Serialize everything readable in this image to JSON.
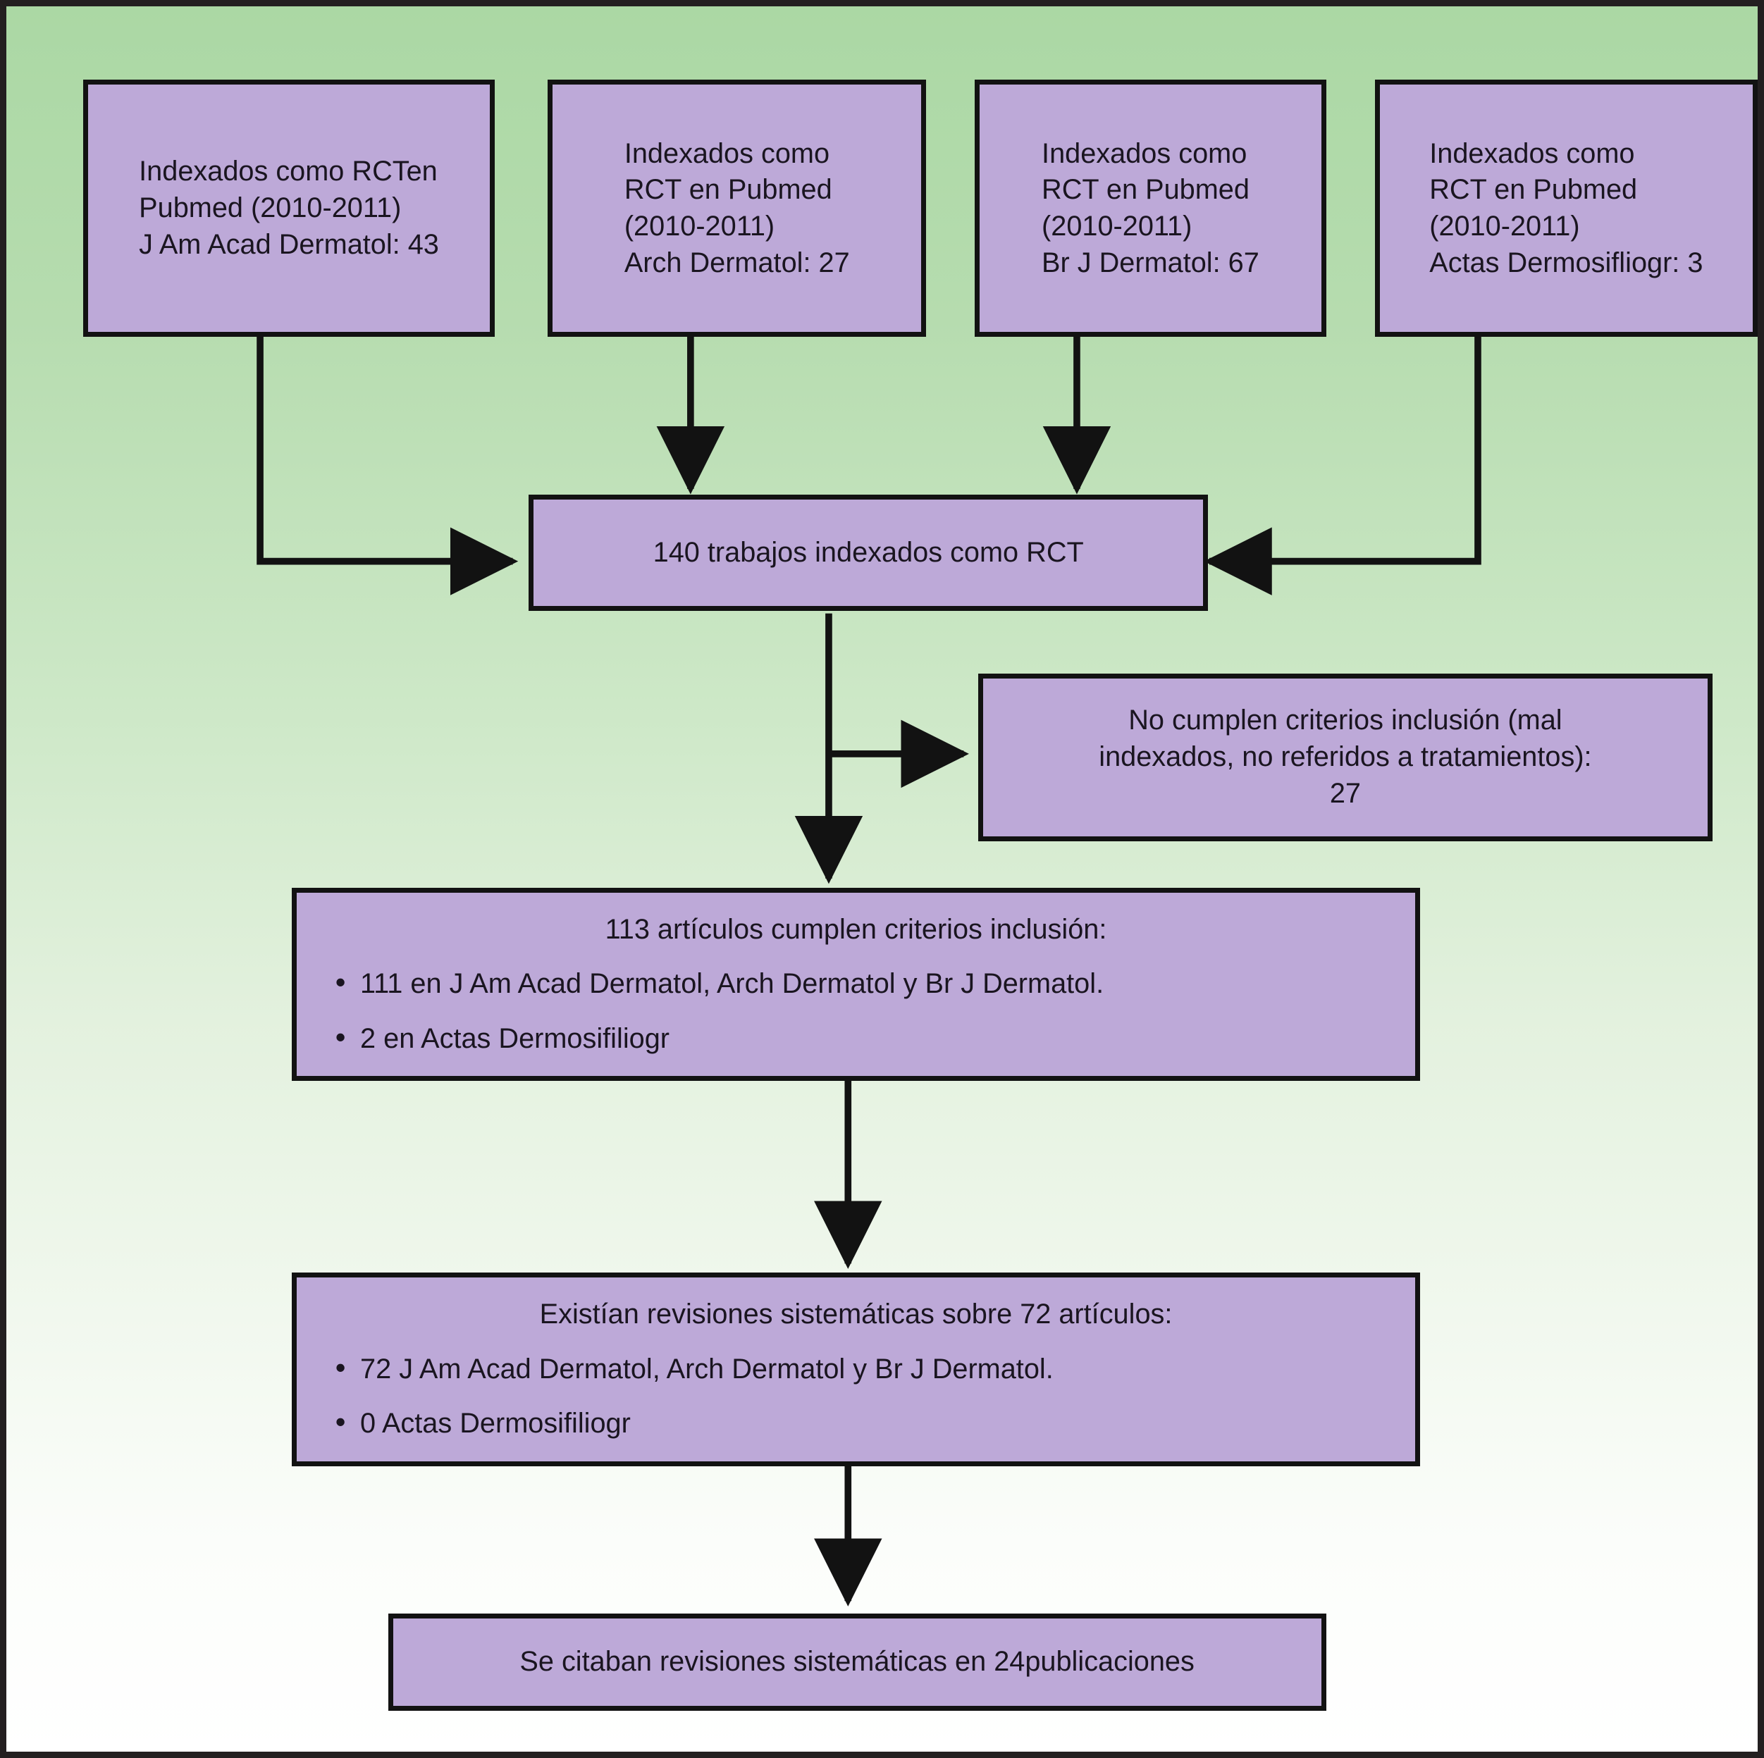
{
  "diagram": {
    "title_semantics": "PRISMA-style flow of RCT articles indexed in Pubmed",
    "language": "es",
    "colors": {
      "node_fill": "#bda9d8",
      "node_border": "#121212",
      "background_top": "#abd8a4",
      "background_bottom": "#ffffff",
      "edge_color": "#121212"
    },
    "nodes": {
      "source_jaad": {
        "lines": [
          "Indexados como RCTen",
          "Pubmed (2010-2011)",
          "J Am Acad Dermatol: 43"
        ],
        "journal": "J Am Acad Dermatol",
        "count": 43,
        "period": "2010-2011"
      },
      "source_arch": {
        "lines": [
          "Indexados como",
          "RCT en Pubmed",
          "(2010-2011)",
          "Arch Dermatol: 27"
        ],
        "journal": "Arch Dermatol",
        "count": 27,
        "period": "2010-2011"
      },
      "source_brj": {
        "lines": [
          "Indexados como",
          "RCT en Pubmed",
          "(2010-2011)",
          "Br J Dermatol: 67"
        ],
        "journal": "Br J Dermatol",
        "count": 67,
        "period": "2010-2011"
      },
      "source_actas": {
        "lines": [
          "Indexados como",
          "RCT en Pubmed",
          "(2010-2011)",
          "Actas Dermosifliogr: 3"
        ],
        "journal": "Actas Dermosifliogr",
        "count": 3,
        "period": "2010-2011"
      },
      "total_rct": {
        "text": "140 trabajos indexados como RCT",
        "count": 140
      },
      "excluded": {
        "lines": [
          "No cumplen criterios inclusión (mal",
          "indexados, no referidos a tratamientos):",
          "27"
        ],
        "count": 27
      },
      "included": {
        "header": "113 artículos cumplen criterios inclusión:",
        "count": 113,
        "bullets": [
          "111 en J Am Acad Dermatol, Arch Dermatol y Br J Dermatol.",
          "2 en Actas Dermosifiliogr"
        ],
        "bullet_marker": "•"
      },
      "reviews_existed": {
        "header": "Existían revisiones sistemáticas sobre 72 artículos:",
        "count": 72,
        "bullets": [
          "72 J Am Acad Dermatol, Arch Dermatol y Br J Dermatol.",
          "0 Actas Dermosifiliogr"
        ],
        "bullet_marker": "•"
      },
      "reviews_cited": {
        "text": "Se citaban revisiones sistemáticas  en 24publicaciones",
        "count": 24
      }
    }
  }
}
